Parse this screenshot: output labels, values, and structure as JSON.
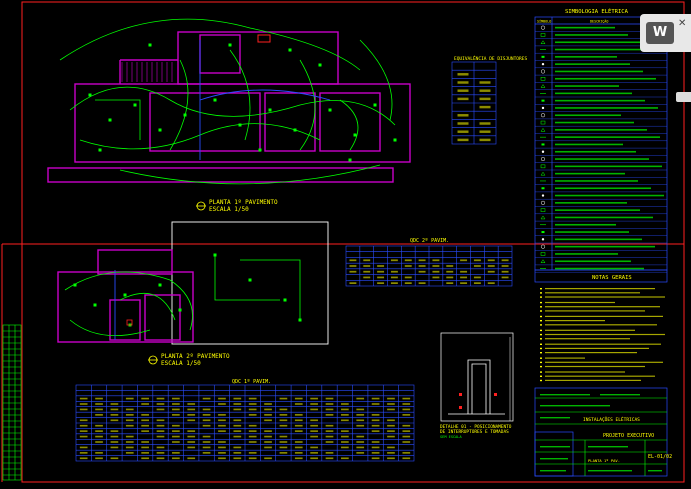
{
  "plans": {
    "ground_floor": {
      "title": "PLANTA 1º PAVIMENTO",
      "scale": "ESCALA 1/50"
    },
    "upper_floor": {
      "title": "PLANTA 2º PAVIMENTO",
      "scale": "ESCALA 1/50"
    }
  },
  "tables": {
    "upper_loads": {
      "title": "QDC 2º PAVIM."
    },
    "ground_loads": {
      "title": "QDC 1º PAVIM."
    },
    "circuit_summary": {
      "title": "EQUIVALÊNCIA DE DISJUNTORES"
    }
  },
  "legend": {
    "title": "SIMBOLOGIA ELÉTRICA",
    "col_symbol": "SÍMBOLO",
    "col_desc": "DESCRIÇÃO"
  },
  "notes": {
    "title": "NOTAS GERAIS"
  },
  "detail": {
    "title": "DETALHE 01 - POSICIONAMENTO DE INTERRUPTORES E TOMADAS",
    "scale": "SEM ESCALA"
  },
  "title_block": {
    "project_name": "INSTALAÇÕES ELÉTRICAS",
    "stage": "PROJETO EXECUTIVO",
    "drawing_no": "EL-01/02",
    "contents": "PLANTA 1º PAV."
  },
  "badge": {
    "letter": "W",
    "close": "✕"
  },
  "colors": {
    "wall": "#c800c8",
    "wire": "#00ff00",
    "frame": "#ff0000",
    "table": "#2a4cff",
    "text": "#ffff00",
    "detail_wall": "#ffffff"
  }
}
